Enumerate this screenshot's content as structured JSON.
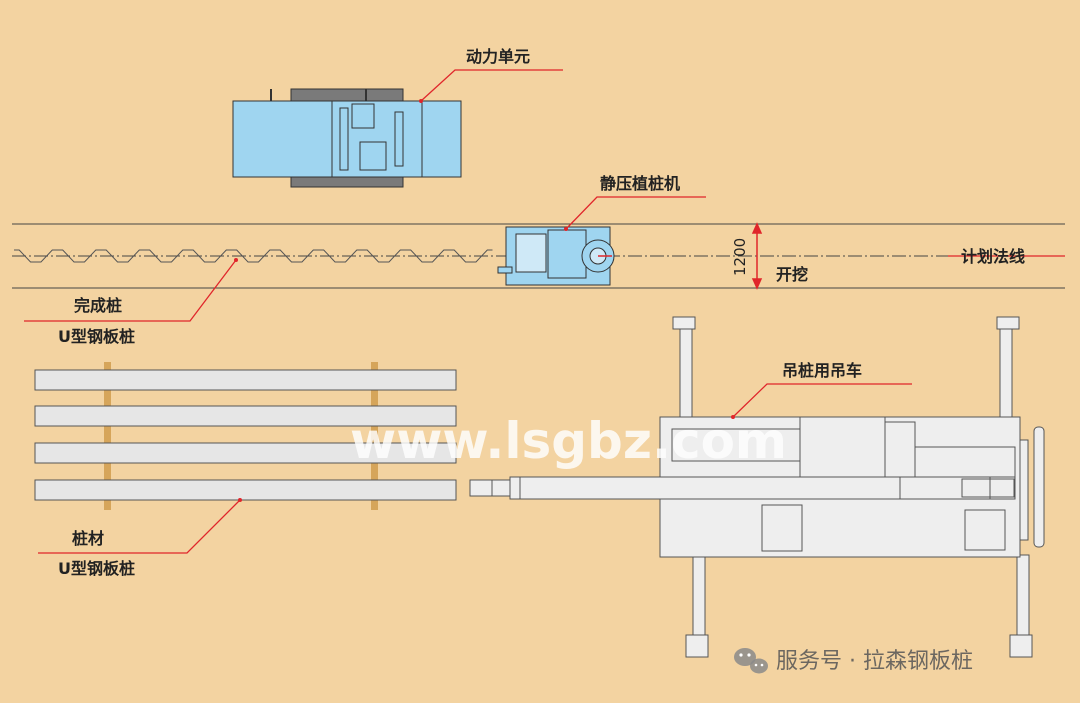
{
  "labels": {
    "power_unit": "动力单元",
    "press_in_machine": "静压植桩机",
    "plan_line": "计划法线",
    "dimension": "1200",
    "excavation": "开挖",
    "completed_pile": "完成桩",
    "completed_pile_type": "U型钢板桩",
    "pile_material": "桩材",
    "pile_material_type": "U型钢板桩",
    "crane": "吊桩用吊车"
  },
  "watermark": "www.lsgbz.com",
  "brand": {
    "text": "服务号 · 拉森钢板桩",
    "icon": "wechat-icon"
  },
  "colors": {
    "background": "#f3d3a1",
    "leader_line": "#e0262b",
    "machine_blue": "#9fd5f0",
    "crane_fill": "#eeeeee",
    "pile_fill": "#e6e6e6",
    "timber": "#d6a55a"
  }
}
